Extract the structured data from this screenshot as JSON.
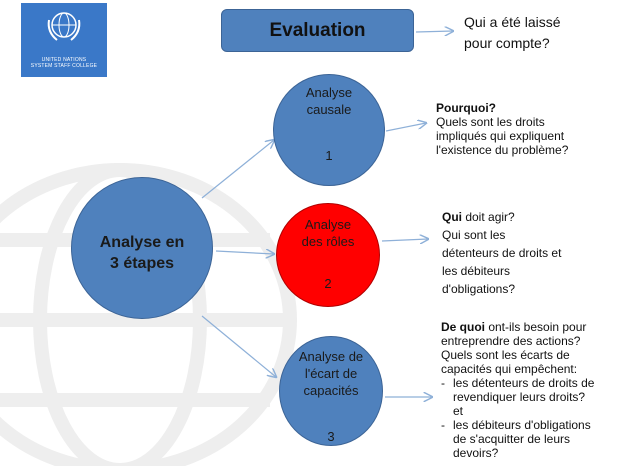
{
  "logo": {
    "caption_line1": "UNITED NATIONS",
    "caption_line2": "SYSTEM STAFF COLLEGE"
  },
  "evaluation": {
    "label": "Evaluation",
    "question_line1": "Qui a été laissé",
    "question_line2": "pour compte?"
  },
  "center": {
    "line1": "Analyse en",
    "line2": "3 étapes"
  },
  "steps": [
    {
      "line1": "Analyse",
      "line2": "causale",
      "number": "1"
    },
    {
      "line1": "Analyse",
      "line2": "des rôles",
      "number": "2"
    },
    {
      "line1": "Analyse de",
      "line2": "l'écart de",
      "line3": "capacités",
      "number": "3"
    }
  ],
  "text1": {
    "head": "Pourquoi?",
    "l1": "Quels sont les droits",
    "l2": "impliqués qui expliquent",
    "l3": "l'existence du problème?"
  },
  "text2": {
    "head": "Qui",
    "head_rest": " doit agir?",
    "l1": "Qui sont les",
    "l2": "détenteurs de droits et",
    "l3": "les débiteurs",
    "l4": "d'obligations?"
  },
  "text3": {
    "head": "De quoi",
    "head_rest": " ont-ils besoin pour",
    "l1": "entreprendre  des actions?",
    "l2": "Quels sont les écarts de",
    "l3": "capacités qui empêchent:",
    "b1_l1": "les détenteurs de droits de",
    "b1_l2": "revendiquer leurs droits?",
    "conj": "et",
    "b2_l1": "les débiteurs d'obligations",
    "b2_l2": "de s'acquitter de leurs",
    "b2_l3": "devoirs?"
  },
  "colors": {
    "circle_blue": "#4f81bd",
    "circle_red": "#ff0000",
    "arrow": "#8eb0d8"
  }
}
